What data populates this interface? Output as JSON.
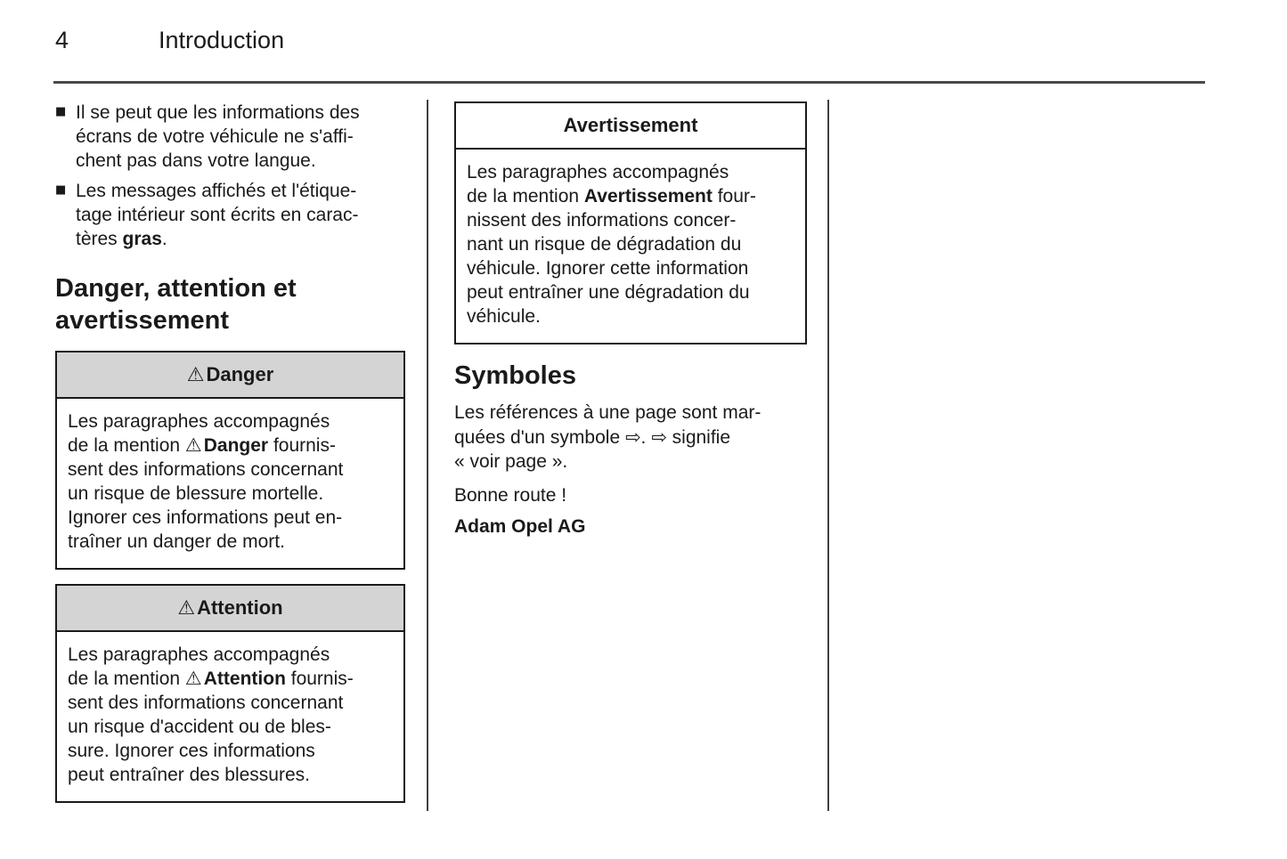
{
  "colors": {
    "box_header_fill": "#d4d4d4",
    "text": "#1a1a1a"
  },
  "icons": {
    "warning_triangle": "⚠",
    "page_reference_arrow": "⇨",
    "bullet_square": "■"
  },
  "header": {
    "page_number": "4",
    "section_title": "Introduction"
  },
  "column1": {
    "bullets": [
      {
        "text": "Il se peut que les informations des\nécrans de votre véhicule ne s'affi-\nchent pas dans votre langue."
      },
      {
        "pre": "Les messages affichés et l'étique-\ntage intérieur sont écrits en carac-\ntères ",
        "bold": "gras",
        "post": "."
      }
    ],
    "section_heading": "Danger, attention et\navertissement",
    "danger_box": {
      "title": "Danger",
      "body_pre": "Les paragraphes accompagnés\nde la mention ",
      "body_bold": "Danger",
      "body_post": " fournis-\nsent des informations concernant\nun risque de blessure mortelle.\nIgnorer ces informations peut en-\ntraîner un danger de mort."
    },
    "attention_box": {
      "title": "Attention",
      "body_pre": "Les paragraphes accompagnés\nde la mention ",
      "body_bold": "Attention",
      "body_post": " fournis-\nsent des informations concernant\nun risque d'accident ou de bles-\nsure. Ignorer ces informations\npeut entraîner des blessures."
    }
  },
  "column2": {
    "caution_box": {
      "title": "Avertissement",
      "body_pre": "Les paragraphes accompagnés\nde la mention ",
      "body_bold": "Avertissement",
      "body_post": " four-\nnissent des informations concer-\nnant un risque de dégradation du\nvéhicule. Ignorer cette information\npeut entraîner une dégradation du\nvéhicule."
    },
    "symbols_section": {
      "heading": "Symboles",
      "paragraph": "Les références à une page sont mar-\nquées d'un symbole ⇨. ⇨ signifie\n« voir page ».",
      "closing": "Bonne route !",
      "signature": "Adam Opel AG"
    }
  }
}
